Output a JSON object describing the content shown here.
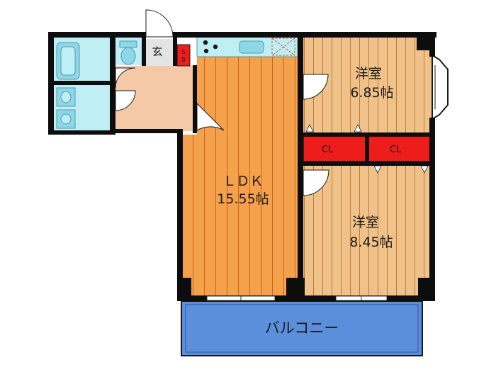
{
  "floorplan": {
    "colors": {
      "wall": "#0d0d0d",
      "wood_orange": "#f5a04a",
      "wood_orange_line": "#c7671e",
      "wood_tan": "#f0c28a",
      "wood_tan_line": "#b97d3a",
      "entry": "#f5c8a8",
      "wet_area": "#bfeef5",
      "fixture": "#8fd7e6",
      "closet": "#ef1c1c",
      "balcony": "#5b8fdc",
      "door": "#ffffff"
    },
    "rooms": {
      "ldk": {
        "name": "ＬＤＫ",
        "area": "15.55帖"
      },
      "western_room_1": {
        "name": "洋室",
        "area": "6.85帖"
      },
      "western_room_2": {
        "name": "洋室",
        "area": "8.45帖"
      },
      "entrance": {
        "name": "玄"
      },
      "shoe_box": {
        "name": "S\nB",
        "line1": "S",
        "line2": "B"
      },
      "closet_left": {
        "name": "CL"
      },
      "closet_right": {
        "name": "CL"
      },
      "balcony": {
        "name": "バルコニー"
      }
    },
    "icons": [
      "bathtub-icon",
      "toilet-icon",
      "washbasin-icon",
      "washing-machine-icon",
      "kitchen-stove-icon",
      "kitchen-sink-icon",
      "refrigerator-space-icon"
    ]
  }
}
